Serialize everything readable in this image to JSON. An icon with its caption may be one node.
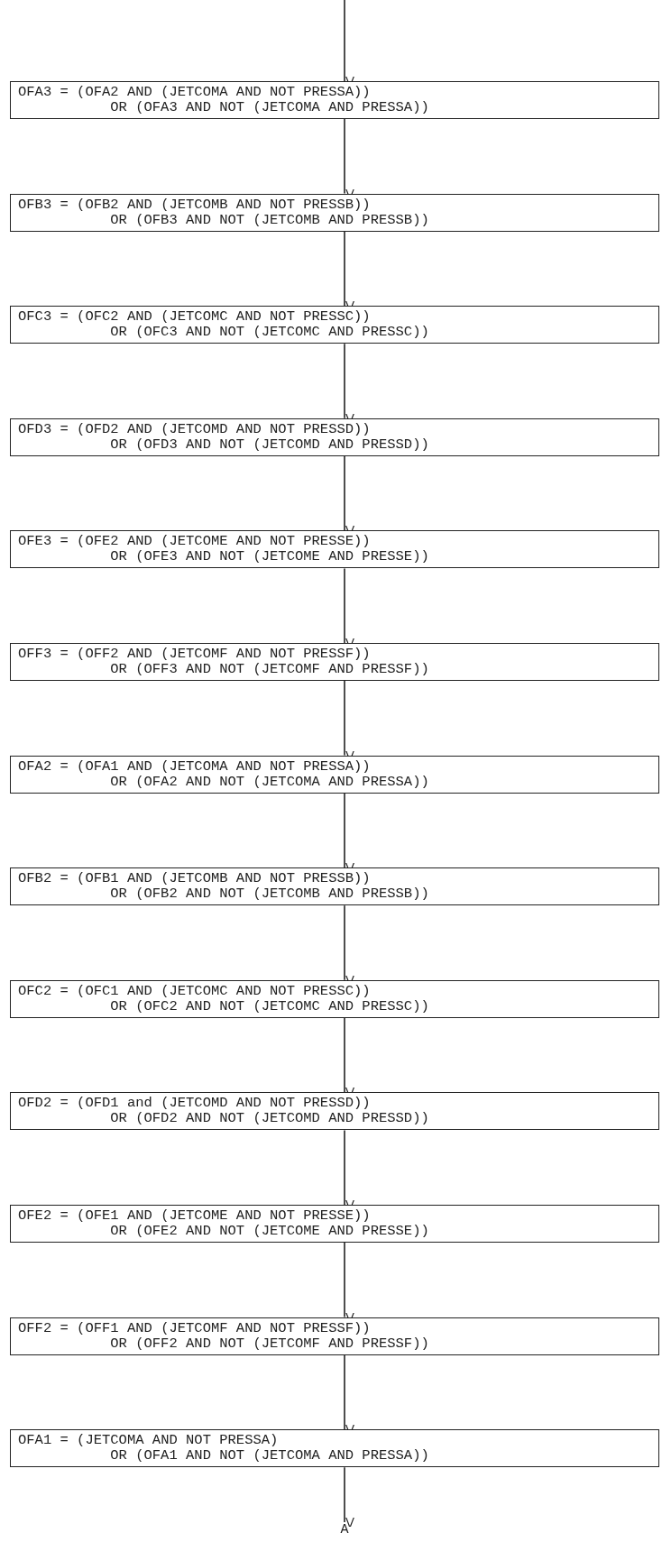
{
  "diagram": {
    "nodes": [
      {
        "text": [
          "OFA3 = (OFA2 AND (JETCOMA AND NOT PRESSA))",
          "OR (OFA3 AND NOT (JETCOMA AND PRESSA))"
        ]
      },
      {
        "text": [
          "OFB3 = (OFB2 AND (JETCOMB AND NOT PRESSB))",
          "OR (OFB3 AND NOT (JETCOMB AND PRESSB))"
        ]
      },
      {
        "text": [
          "OFC3 = (OFC2 AND (JETCOMC AND NOT PRESSC))",
          "OR (OFC3 AND NOT (JETCOMC AND PRESSC))"
        ]
      },
      {
        "text": [
          "OFD3 = (OFD2 AND (JETCOMD AND NOT PRESSD))",
          "OR (OFD3 AND NOT (JETCOMD AND PRESSD))"
        ]
      },
      {
        "text": [
          "OFE3 = (OFE2 AND (JETCOME AND NOT PRESSE))",
          "OR (OFE3 AND NOT (JETCOME AND PRESSE))"
        ]
      },
      {
        "text": [
          "OFF3 = (OFF2 AND (JETCOMF AND NOT PRESSF))",
          "OR (OFF3 AND NOT (JETCOMF AND PRESSF))"
        ]
      },
      {
        "text": [
          "OFA2 = (OFA1 AND (JETCOMA AND NOT PRESSA))",
          "OR (OFA2 AND NOT (JETCOMA AND PRESSA))"
        ]
      },
      {
        "text": [
          "OFB2 = (OFB1 AND (JETCOMB AND NOT PRESSB))",
          "OR (OFB2 AND NOT (JETCOMB AND PRESSB))"
        ]
      },
      {
        "text": [
          "OFC2 = (OFC1 AND (JETCOMC AND NOT PRESSC))",
          "OR (OFC2 AND NOT (JETCOMC AND PRESSC))"
        ]
      },
      {
        "text": [
          "OFD2 = (OFD1 and (JETCOMD AND NOT PRESSD))",
          "OR (OFD2 AND NOT (JETCOMD AND PRESSD))"
        ]
      },
      {
        "text": [
          "OFE2 = (OFE1 AND (JETCOME AND NOT PRESSE))",
          "OR (OFE2 AND NOT (JETCOME AND PRESSE))"
        ]
      },
      {
        "text": [
          "OFF2 = (OFF1 AND (JETCOMF AND NOT PRESSF))",
          "OR (OFF2 AND NOT (JETCOMF AND PRESSF))"
        ]
      },
      {
        "text": [
          "OFA1 = (JETCOMA AND NOT PRESSA)",
          "OR (OFA1 AND NOT (JETCOMA AND PRESSA))"
        ]
      },
      {
        "text": [
          "A"
        ]
      }
    ],
    "edges": [
      {
        "from": null,
        "to": 0,
        "arrow": "to"
      },
      {
        "from": 0,
        "to": 1,
        "arrow": "to"
      },
      {
        "from": 1,
        "to": 2,
        "arrow": "to"
      },
      {
        "from": 2,
        "to": 3,
        "arrow": "to"
      },
      {
        "from": 3,
        "to": 4,
        "arrow": "to"
      },
      {
        "from": 4,
        "to": 5,
        "arrow": "to"
      },
      {
        "from": 5,
        "to": 6,
        "arrow": "to"
      },
      {
        "from": 6,
        "to": 7,
        "arrow": "to"
      },
      {
        "from": 7,
        "to": 8,
        "arrow": "to"
      },
      {
        "from": 8,
        "to": 9,
        "arrow": "to"
      },
      {
        "from": 9,
        "to": 10,
        "arrow": "to"
      },
      {
        "from": 10,
        "to": 11,
        "arrow": "to"
      },
      {
        "from": 11,
        "to": 12,
        "arrow": "to"
      },
      {
        "from": 12,
        "to": 13,
        "arrow": "to"
      }
    ]
  }
}
